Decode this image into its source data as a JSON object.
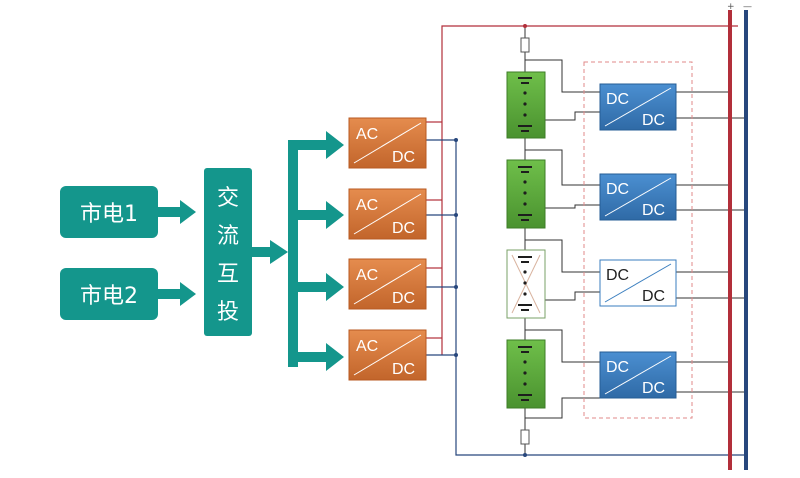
{
  "sources": [
    {
      "label": "市电1"
    },
    {
      "label": "市电2"
    }
  ],
  "transfer_switch": {
    "chars": [
      "交",
      "流",
      "互",
      "投"
    ]
  },
  "rectifiers": [
    {
      "in": "AC",
      "out": "DC"
    },
    {
      "in": "AC",
      "out": "DC"
    },
    {
      "in": "AC",
      "out": "DC"
    },
    {
      "in": "AC",
      "out": "DC"
    }
  ],
  "dcdc_converters": [
    {
      "in": "DC",
      "out": "DC",
      "state": "active"
    },
    {
      "in": "DC",
      "out": "DC",
      "state": "active"
    },
    {
      "in": "DC",
      "out": "DC",
      "state": "bypassed"
    },
    {
      "in": "DC",
      "out": "DC",
      "state": "active"
    }
  ],
  "battery_packs": [
    {
      "state": "active"
    },
    {
      "state": "active"
    },
    {
      "state": "faulted"
    },
    {
      "state": "active"
    }
  ],
  "bus_polarity": {
    "positive": "+",
    "negative": "—"
  },
  "colors": {
    "teal": "#14968c",
    "orange": "#d2773a",
    "blue": "#3a7ebf",
    "green": "#5aa63b",
    "red_bus": "#b22f3a",
    "blue_bus": "#27477d",
    "dashed": "#e08a8a"
  }
}
